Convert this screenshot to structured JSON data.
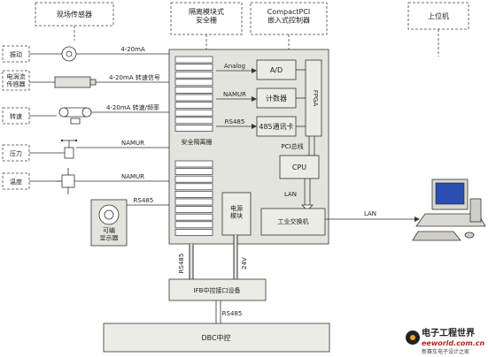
{
  "header": {
    "field_sensors": "现场传感器",
    "safety_barrier_module": "隔离模块式\n安全栅",
    "compactpci_controller": "CompactPCI\n嵌入式控制器",
    "host_computer": "上位机"
  },
  "devices": {
    "vibration": "振动",
    "eddy": "电涡流\n传感器",
    "speed": "转速",
    "pressure": "压力",
    "temp": "温度"
  },
  "signals": {
    "s1": "4-20mA",
    "s2": "4-20mA 转速信号",
    "s3": "4-20mA 转速/频率",
    "s4": "NAMUR",
    "s5": "NAMUR",
    "s6": "RS485"
  },
  "controller": {
    "barrier_label": "安全隔离栅",
    "analog_tag": "Analog",
    "namur_tag": "NAMUR",
    "rs485_tag": "RS485",
    "ad": "A/D",
    "counter": "计数器",
    "comm485": "485通讯卡",
    "fpga": "FPGA",
    "pci_bus": "PCI总线",
    "cpu": "CPU",
    "lan": "LAN",
    "power": "电源\n模块",
    "switch": "工业交换机"
  },
  "links": {
    "lan_out": "LAN",
    "rs485_down": "RS485",
    "v24_down": "24V",
    "rs485_dbc": "RS485"
  },
  "display": "可编\n显示器",
  "ifb": "IFB中控接口设备",
  "dbc": "DBC中控",
  "watermark": {
    "brand": "电子工程世界",
    "url": "eeworld.com.cn",
    "tagline": "新赛车电子设计之家"
  }
}
